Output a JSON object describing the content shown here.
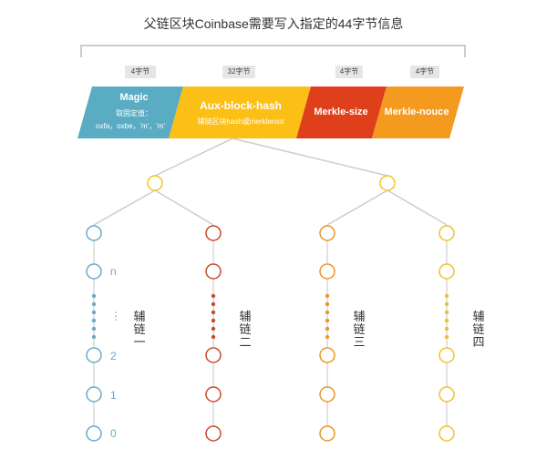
{
  "title": "父链区块Coinbase需要写入指定的44字节信息",
  "fields": [
    {
      "size": "4字节",
      "name": "Magic",
      "detail": [
        "取固定值：",
        "oxfa，oxbe，'m'，'m'"
      ],
      "color": "#5aacc3"
    },
    {
      "size": "32字节",
      "name": "Aux-block-hash",
      "detail": [
        "辅链区块hash或merkleroot"
      ],
      "color": "#fbbf16"
    },
    {
      "size": "4字节",
      "name": "Merkle-size",
      "detail": [],
      "color": "#df3f1b"
    },
    {
      "size": "4字节",
      "name": "Merkle-nouce",
      "detail": [],
      "color": "#f39a1f"
    }
  ],
  "merkle_node_color": "#f2c523",
  "chains": [
    {
      "label": "辅链一",
      "color": "#6aa9c8",
      "indices": [
        "n",
        "⋮",
        "2",
        "1",
        "0"
      ]
    },
    {
      "label": "辅链二",
      "color": "#c94a2c",
      "indices": []
    },
    {
      "label": "辅链三",
      "color": "#e9962b",
      "indices": []
    },
    {
      "label": "辅链四",
      "color": "#f0c12a",
      "indices": []
    }
  ]
}
